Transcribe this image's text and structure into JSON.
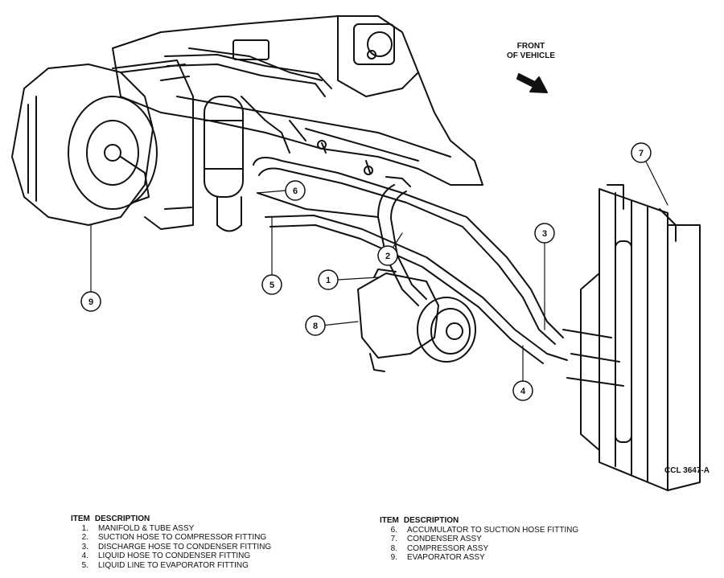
{
  "front_label": {
    "line1": "FRONT",
    "line2": "OF VEHICLE"
  },
  "figure_code": "CCL 3647-A",
  "callouts": [
    "1",
    "2",
    "3",
    "4",
    "5",
    "6",
    "7",
    "8",
    "9"
  ],
  "legend_left": {
    "header_item": "ITEM",
    "header_desc": "DESCRIPTION",
    "rows": [
      {
        "num": "1.",
        "desc": "MANIFOLD & TUBE ASSY"
      },
      {
        "num": "2.",
        "desc": "SUCTION HOSE TO COMPRESSOR FITTING"
      },
      {
        "num": "3.",
        "desc": "DISCHARGE HOSE TO CONDENSER FITTING"
      },
      {
        "num": "4.",
        "desc": "LIQUID HOSE TO CONDENSER FITTING"
      },
      {
        "num": "5.",
        "desc": "LIQUID LINE TO EVAPORATOR FITTING"
      }
    ]
  },
  "legend_right": {
    "header_item": "ITEM",
    "header_desc": "DESCRIPTION",
    "rows": [
      {
        "num": "6.",
        "desc": "ACCUMULATOR TO SUCTION HOSE FITTING"
      },
      {
        "num": "7.",
        "desc": "CONDENSER ASSY"
      },
      {
        "num": "8.",
        "desc": "COMPRESSOR ASSY"
      },
      {
        "num": "9.",
        "desc": "EVAPORATOR ASSY"
      }
    ]
  }
}
